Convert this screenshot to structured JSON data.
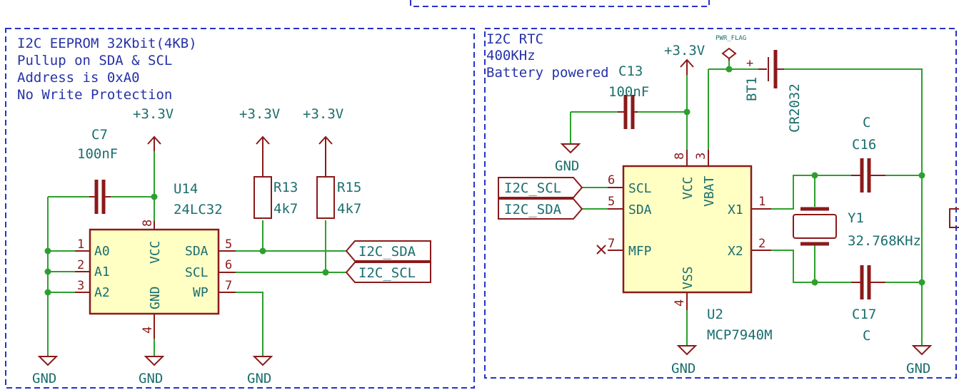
{
  "eeprom_block": {
    "notes": [
      "I2C EEPROM 32Kbit(4KB)",
      "Pullup on SDA & SCL",
      "Address is 0xA0",
      "No Write Protection"
    ],
    "ic": {
      "ref": "U14",
      "value": "24LC32",
      "pins": {
        "a0": {
          "num": "1",
          "name": "A0"
        },
        "a1": {
          "num": "2",
          "name": "A1"
        },
        "a2": {
          "num": "3",
          "name": "A2"
        },
        "vcc": {
          "num": "8",
          "name": "VCC"
        },
        "gnd": {
          "num": "4",
          "name": "GND"
        },
        "sda": {
          "num": "5",
          "name": "SDA"
        },
        "scl": {
          "num": "6",
          "name": "SCL"
        },
        "wp": {
          "num": "7",
          "name": "WP"
        }
      }
    },
    "cap": {
      "ref": "C7",
      "value": "100nF"
    },
    "r13": {
      "ref": "R13",
      "value": "4k7"
    },
    "r15": {
      "ref": "R15",
      "value": "4k7"
    },
    "power": "+3.3V",
    "ground": "GND",
    "labels": {
      "sda": "I2C_SDA",
      "scl": "I2C_SCL"
    }
  },
  "rtc_block": {
    "notes": [
      "I2C RTC",
      "400KHz",
      "Battery powered"
    ],
    "ic": {
      "ref": "U2",
      "value": "MCP7940M",
      "pins": {
        "scl": {
          "num": "6",
          "name": "SCL"
        },
        "sda": {
          "num": "5",
          "name": "SDA"
        },
        "mfp": {
          "num": "7",
          "name": "MFP"
        },
        "vcc": {
          "num": "8",
          "name": "VCC"
        },
        "vbat": {
          "num": "3",
          "name": "VBAT"
        },
        "vss": {
          "num": "4",
          "name": "VSS"
        },
        "x1": {
          "num": "1",
          "name": "X1"
        },
        "x2": {
          "num": "2",
          "name": "X2"
        }
      }
    },
    "c13": {
      "ref": "C13",
      "value": "100nF"
    },
    "c16": {
      "ref": "C16",
      "value": "C"
    },
    "c17": {
      "ref": "C17",
      "value": "C"
    },
    "crystal": {
      "ref": "Y1",
      "value": "32.768KHz"
    },
    "battery": {
      "ref": "BT1",
      "value": "CR2032",
      "plus": "+"
    },
    "pwr_flag": "PWR_FLAG",
    "power": "+3.3V",
    "ground": "GND",
    "labels": {
      "scl": "I2C_SCL",
      "sda": "I2C_SDA"
    }
  },
  "colors": {
    "wire": "#2ca02c",
    "component": "#8b1a1a",
    "fill": "#ffffc4",
    "text": "#1b6e6e",
    "note": "#2632a8",
    "border": "#2632c8"
  }
}
